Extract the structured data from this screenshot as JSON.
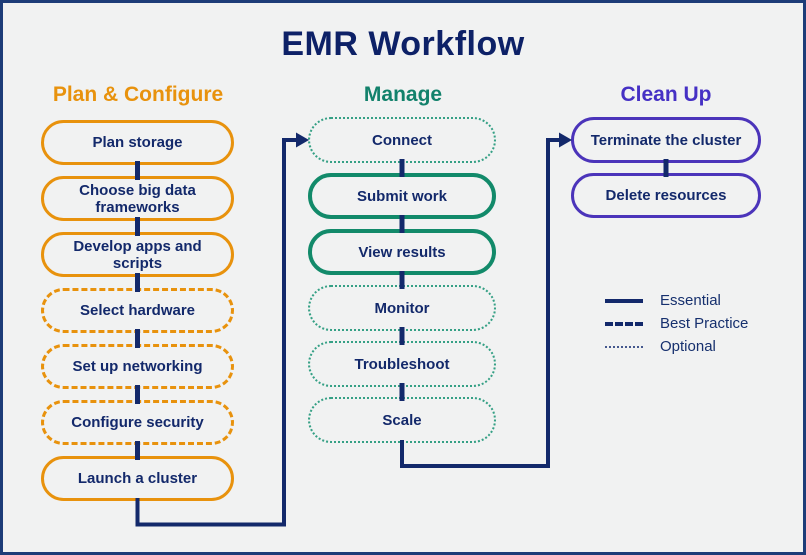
{
  "title": "EMR Workflow",
  "columns": [
    {
      "header": "Plan & Configure",
      "accent_color": "#E8920D",
      "items": [
        {
          "label": "Plan storage",
          "importance": "essential"
        },
        {
          "label": "Choose big data frameworks",
          "importance": "essential"
        },
        {
          "label": "Develop apps and scripts",
          "importance": "essential"
        },
        {
          "label": "Select hardware",
          "importance": "best-practice"
        },
        {
          "label": "Set up networking",
          "importance": "best-practice"
        },
        {
          "label": "Configure security",
          "importance": "best-practice"
        },
        {
          "label": "Launch a cluster",
          "importance": "essential"
        }
      ]
    },
    {
      "header": "Manage",
      "accent_color": "#12816B",
      "items": [
        {
          "label": "Connect",
          "importance": "optional"
        },
        {
          "label": "Submit work",
          "importance": "essential"
        },
        {
          "label": "View results",
          "importance": "essential"
        },
        {
          "label": "Monitor",
          "importance": "optional"
        },
        {
          "label": "Troubleshoot",
          "importance": "optional"
        },
        {
          "label": "Scale",
          "importance": "optional"
        }
      ]
    },
    {
      "header": "Clean Up",
      "accent_color": "#4B34BA",
      "items": [
        {
          "label": "Terminate the cluster",
          "importance": "essential"
        },
        {
          "label": "Delete resources",
          "importance": "essential"
        }
      ]
    }
  ],
  "legend": {
    "items": [
      {
        "label": "Essential",
        "line_style": "solid"
      },
      {
        "label": "Best Practice",
        "line_style": "dashed"
      },
      {
        "label": "Optional",
        "line_style": "dotted"
      }
    ]
  },
  "colors": {
    "navy": "#13296B",
    "orange": "#E8920D",
    "teal": "#12816B",
    "teal_light": "#35A085",
    "purple": "#4B34BA",
    "background": "#F1F2F2",
    "frame_border": "#1D3C78"
  }
}
